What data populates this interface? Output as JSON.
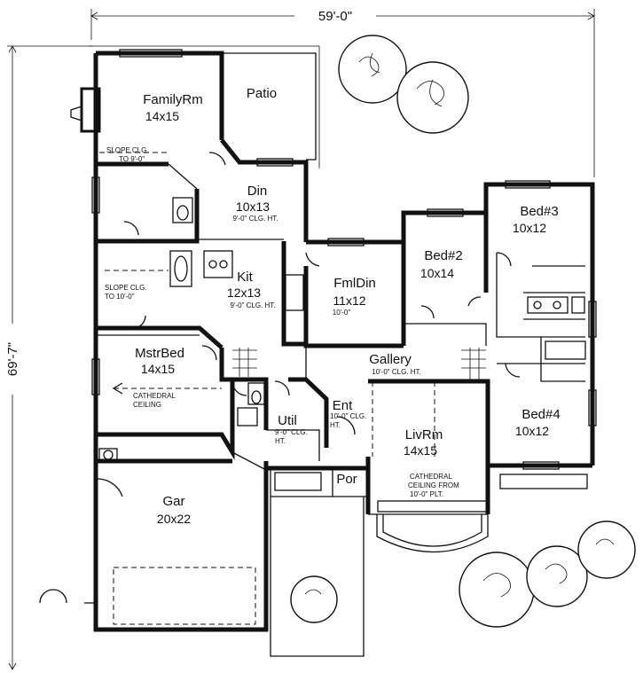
{
  "dimensions": {
    "width": "59'-0\"",
    "depth": "69'-7\""
  },
  "rooms": {
    "familyrm": {
      "name": "FamilyRm",
      "size": "14x15"
    },
    "patio": {
      "name": "Patio"
    },
    "din": {
      "name": "Din",
      "size": "10x13",
      "note": "9'-0\" CLG. HT."
    },
    "kit": {
      "name": "Kit",
      "size": "12x13",
      "note": "9'-0\" CLG. HT."
    },
    "fmldin": {
      "name": "FmlDin",
      "size": "11x12",
      "note": "10'-0\""
    },
    "bed2": {
      "name": "Bed#2",
      "size": "10x14"
    },
    "bed3": {
      "name": "Bed#3",
      "size": "10x12"
    },
    "bed4": {
      "name": "Bed#4",
      "size": "10x12"
    },
    "mstrbed": {
      "name": "MstrBed",
      "size": "14x15",
      "note1": "CATHEDRAL",
      "note2": "CEILING"
    },
    "gallery": {
      "name": "Gallery",
      "note": "10'-0\" CLG. HT."
    },
    "ent": {
      "name": "Ent",
      "note1": "10'-0\" CLG.",
      "note2": "HT."
    },
    "util": {
      "name": "Util",
      "note1": "9'-0\" CLG.",
      "note2": "HT."
    },
    "livrm": {
      "name": "LivRm",
      "size": "14x15",
      "note1": "CATHEDRAL",
      "note2": "CEILING FROM",
      "note3": "10'-0\" PLT."
    },
    "por": {
      "name": "Por"
    },
    "gar": {
      "name": "Gar",
      "size": "20x22"
    }
  },
  "notes": {
    "slope_a1": "SLOPE CLG.",
    "slope_a2": "TO 9'-0\"",
    "slope_b1": "SLOPE CLG.",
    "slope_b2": "TO 10'-0\""
  }
}
